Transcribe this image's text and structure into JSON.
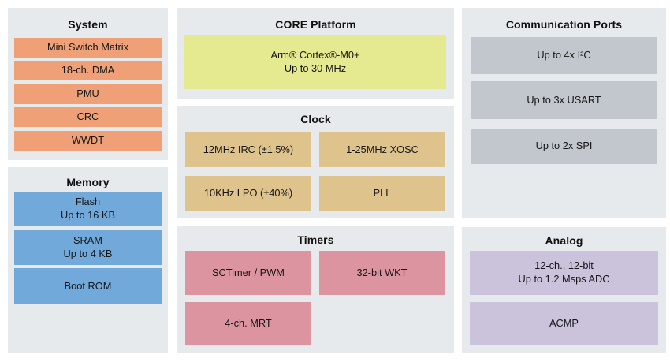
{
  "panels": {
    "system": {
      "title": "System",
      "blocks": [
        "Mini Switch Matrix",
        "18-ch. DMA",
        "PMU",
        "CRC",
        "WWDT"
      ]
    },
    "memory": {
      "title": "Memory",
      "blocks": [
        "Flash\nUp to 16 KB",
        "SRAM\nUp to 4 KB",
        "Boot ROM"
      ]
    },
    "core": {
      "title": "CORE Platform",
      "blocks": [
        "Arm® Cortex®-M0+\nUp to 30 MHz"
      ]
    },
    "clock": {
      "title": "Clock",
      "blocks": [
        "12MHz IRC (±1.5%)",
        "1-25MHz XOSC",
        "10KHz LPO (±40%)",
        "PLL"
      ]
    },
    "timers": {
      "title": "Timers",
      "blocks": [
        "SCTimer / PWM",
        "32-bit WKT",
        "4-ch. MRT"
      ]
    },
    "comm": {
      "title": "Communication Ports",
      "blocks": [
        "Up to 4x I²C",
        "Up to 3x USART",
        "Up to 2x SPI"
      ]
    },
    "analog": {
      "title": "Analog",
      "blocks": [
        "12-ch., 12-bit\nUp to 1.2 Msps ADC",
        "ACMP"
      ]
    }
  },
  "colors": {
    "panel_bg": "#E6EAEC",
    "system_block": "#EFA077",
    "memory_block": "#72A9DB",
    "core_block": "#E5E98F",
    "clock_block": "#DFC38D",
    "timers_block": "#DD94A1",
    "comm_block": "#C1C7CD",
    "analog_block": "#CBC3DC"
  }
}
